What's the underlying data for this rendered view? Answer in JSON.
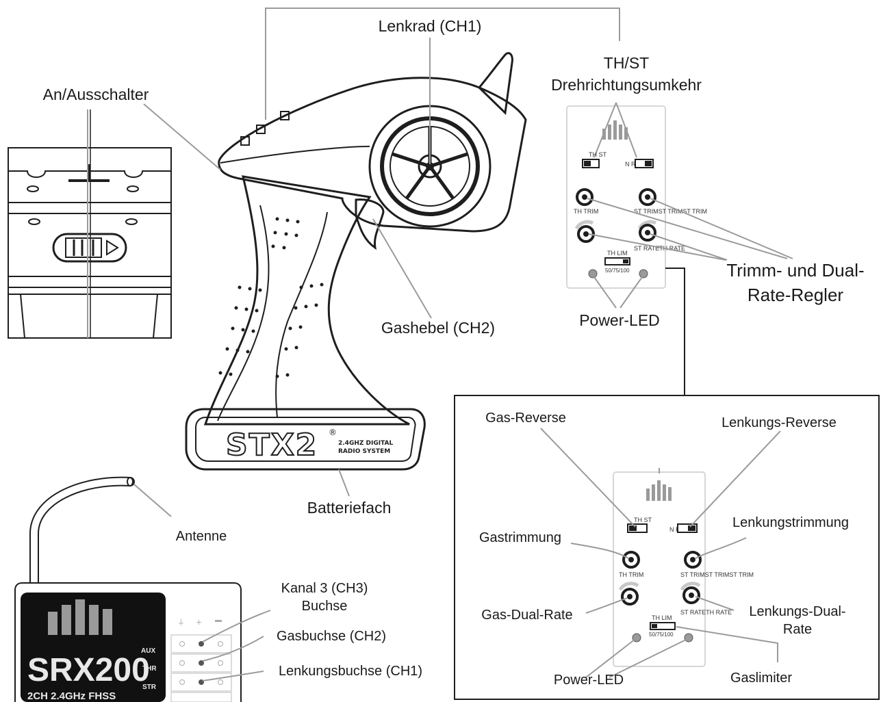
{
  "transmitter": {
    "brand": "STX2",
    "reg": "®",
    "tagline_1": "2.4GHZ DIGITAL",
    "tagline_2": "RADIO SYSTEM"
  },
  "labels": {
    "steering_wheel": "Lenkrad (CH1)",
    "reverse_title_1": "TH/ST",
    "reverse_title_2": "Drehrichtungsumkehr",
    "power_switch": "An/Ausschalter",
    "trim_dr_1": "Trimm- und Dual-",
    "trim_dr_2": "Rate-Regler",
    "throttle_trigger": "Gashebel (CH2)",
    "power_led": "Power-LED",
    "battery": "Batteriefach",
    "antenna": "Antenne"
  },
  "panel_small": {
    "switch_left": "TH ST",
    "switch_right": "N R N R",
    "th_trim": "TH TRIM",
    "st_trim": "ST TRIMST TRIMST TRIM",
    "st_rate": "ST RATETH RATE",
    "th_lim": "TH LIM",
    "lim_values": "50/75/100"
  },
  "detail": {
    "gas_reverse": "Gas-Reverse",
    "steer_reverse": "Lenkungs-Reverse",
    "gas_trim": "Gastrimmung",
    "steer_trim": "Lenkungstrimmung",
    "gas_dr": "Gas-Dual-Rate",
    "steer_dr_1": "Lenkungs-Dual-",
    "steer_dr_2": "Rate",
    "power_led": "Power-LED",
    "gas_limiter": "Gaslimiter",
    "switch_left": "TH ST",
    "switch_right": "N R N R",
    "th_trim": "TH TRIM",
    "st_trim": "ST TRIMST TRIMST TRIM",
    "st_rate": "ST RATETH RATE",
    "th_lim": "TH LIM",
    "lim_values": "50/75/100"
  },
  "receiver": {
    "model": "SRX200",
    "spec": "2CH 2.4GHz FHSS",
    "port_aux": "AUX",
    "port_thr": "THR",
    "port_str": "STR",
    "ch3_1": "Kanal 3 (CH3)",
    "ch3_2": "Buchse",
    "gas_port": "Gasbuchse (CH2)",
    "steer_port": "Lenkungsbuchse (CH1)"
  },
  "colors": {
    "ink": "#1e1e1e",
    "leader": "#9a9a9a",
    "panel_border": "#d6d6d6",
    "receiver_body": "#111111"
  }
}
